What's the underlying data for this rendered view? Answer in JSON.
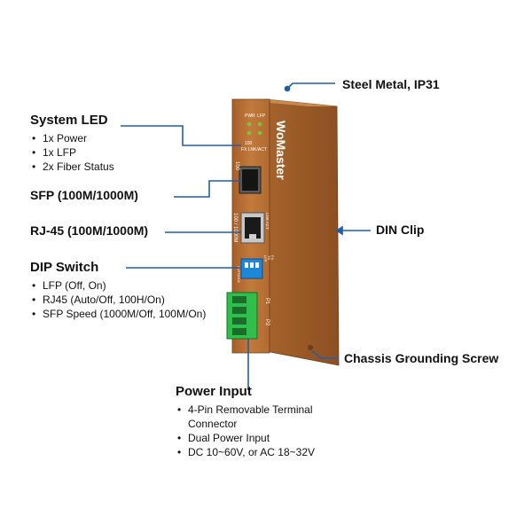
{
  "device": {
    "brand": "WoMaster",
    "led_labels": [
      "PWR",
      "LFP",
      "100",
      "FX LNK/ACT"
    ],
    "port_labels": [
      "100",
      "100 / 1000M",
      "LNK ACT"
    ],
    "dip_labels": [
      "LFP",
      "TX",
      "FX",
      "AUTO/100"
    ],
    "power_labels": [
      "P1",
      "P2"
    ],
    "colors": {
      "body": "#b86e33",
      "body_dark": "#8a4e20",
      "body_side": "#9a5a27",
      "dip": "#1e88d8",
      "terminal": "#2fbf4a",
      "led": "#7cc43a"
    }
  },
  "callouts": {
    "steel_metal": {
      "heading": "Steel Metal, IP31"
    },
    "system_led": {
      "heading": "System LED",
      "bullets": [
        "1x Power",
        "1x LFP",
        "2x Fiber Status"
      ]
    },
    "sfp": {
      "heading": "SFP (100M/1000M)"
    },
    "rj45": {
      "heading": "RJ-45 (100M/1000M)"
    },
    "din_clip": {
      "heading": "DIN Clip"
    },
    "dip_switch": {
      "heading": "DIP Switch",
      "bullets": [
        "LFP (Off, On)",
        "RJ45 (Auto/Off, 100H/On)",
        "SFP Speed (1000M/Off, 100M/On)"
      ]
    },
    "grounding": {
      "heading": "Chassis Grounding Screw"
    },
    "power_input": {
      "heading": "Power Input",
      "bullets": [
        "4-Pin Removable Terminal Connector",
        "Dual Power Input",
        "DC 10~60V, or AC 18~32V"
      ]
    }
  },
  "connector_color": "#1f5fa8"
}
